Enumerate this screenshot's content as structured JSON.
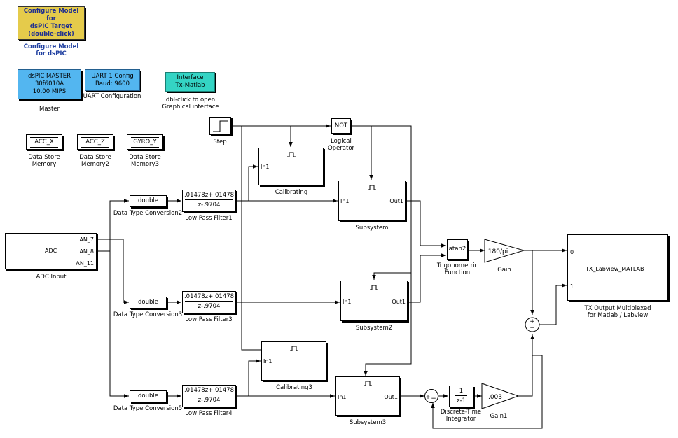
{
  "config_block": {
    "text": "Configure Model for\ndsPIC Target\n(double-click)",
    "label": "Configure Model\nfor dsPIC",
    "color": "#e5cb4b"
  },
  "master_block": {
    "text": "dsPIC MASTER\n30f6010A\n10.00 MIPS",
    "label": "Master",
    "color": "#53b6f0"
  },
  "uart_block": {
    "text": "UART 1 Config\nBaud: 9600",
    "label": "UART Configuration"
  },
  "interface_block": {
    "text": "Interface\nTx-Matlab",
    "label": "dbl-click to open\nGraphical interface",
    "color": "#34d4c4"
  },
  "memories": [
    {
      "text": "ACC_X",
      "label": "Data Store\nMemory"
    },
    {
      "text": "ACC_Z",
      "label": "Data Store\nMemory2"
    },
    {
      "text": "GYRO_Y",
      "label": "Data Store\nMemory3"
    }
  ],
  "step": {
    "label": "Step"
  },
  "logical_operator": {
    "text": "NOT",
    "label": "Logical\nOperator"
  },
  "adc": {
    "text": "ADC",
    "label": "ADC Input",
    "ports": [
      "AN_7",
      "AN_8",
      "AN_11"
    ]
  },
  "conversions": [
    {
      "text": "double",
      "label": "Data Type Conversion2"
    },
    {
      "text": "double",
      "label": "Data Type Conversion3"
    },
    {
      "text": "double",
      "label": "Data Type Conversion5"
    }
  ],
  "filters": [
    {
      "num": ".01478z+.01478",
      "den": "z-.9704",
      "label": "Low Pass Filter1"
    },
    {
      "num": ".01478z+.01478",
      "den": "z-.9704",
      "label": "Low Pass Filter3"
    },
    {
      "num": ".01478z+.01478",
      "den": "z-.9704",
      "label": "Low Pass Filter4"
    }
  ],
  "calibrating": [
    {
      "in": "In1",
      "label": "Calibrating"
    },
    {
      "in": "In1",
      "label": "Calibrating3"
    }
  ],
  "subsystems": [
    {
      "in": "In1",
      "out": "Out1",
      "label": "Subsystem"
    },
    {
      "in": "In1",
      "out": "Out1",
      "label": "Subsystem2"
    },
    {
      "in": "In1",
      "out": "Out1",
      "label": "Subsystem3"
    }
  ],
  "trig": {
    "text": "atan2",
    "label": "Trigonometric\nFunction"
  },
  "gain": {
    "text": "180/pi",
    "label": "Gain"
  },
  "gain1": {
    "text": ".003",
    "label": "Gain1"
  },
  "integrator": {
    "num": "1",
    "den": "z-1",
    "label": "Discrete-Time\nIntegrator"
  },
  "sum_signs": {
    "sum1_plus": "+",
    "sum1_minus": "−",
    "sum2_plus": "+",
    "sum2_minus": "−"
  },
  "tx": {
    "text": "TX_Labview_MATLAB",
    "label": "TX Output Multiplexed\nfor Matlab / Labview",
    "ports": [
      "0",
      "1"
    ]
  }
}
